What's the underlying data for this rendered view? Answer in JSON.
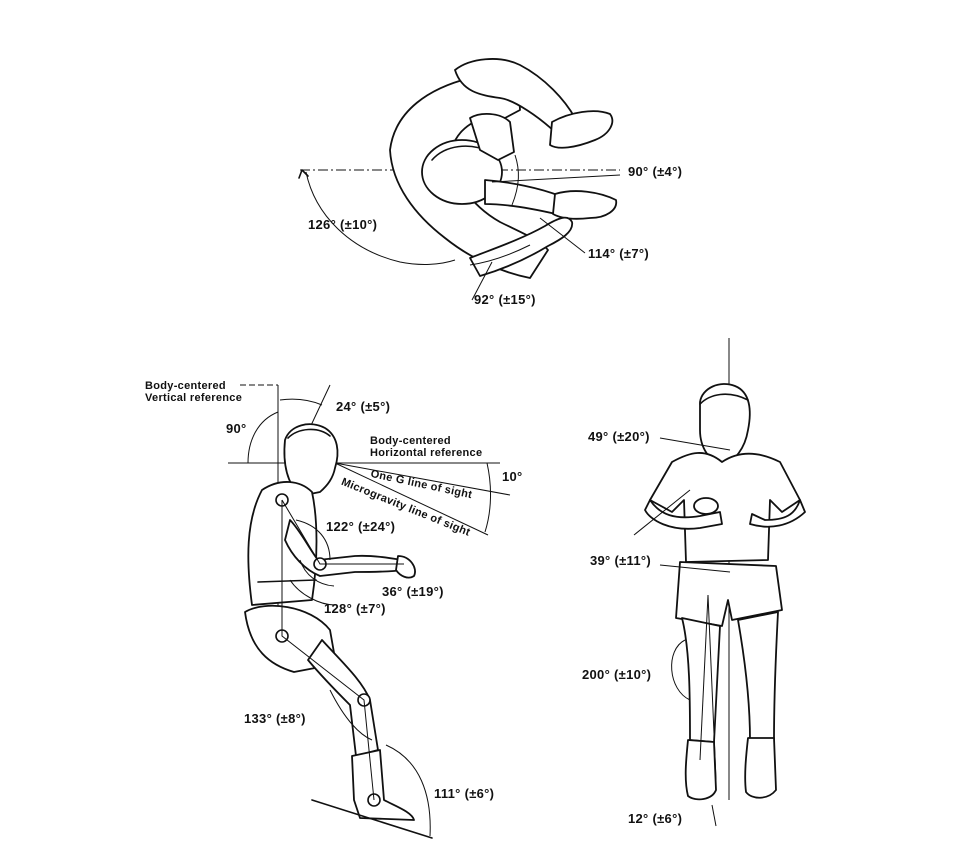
{
  "top_view": {
    "labels": {
      "a90": "90° (±4°)",
      "a126": "126° (±10°)",
      "a114": "114° (±7°)",
      "a92": "92° (±15°)"
    }
  },
  "side_view": {
    "labels": {
      "vertical_ref": "Body-centered Vertical reference",
      "horizontal_ref": "Body-centered Horizontal reference",
      "a90": "90°",
      "a24": "24° (±5°)",
      "a10": "10°",
      "one_g": "One G line of sight",
      "micro_g": "Microgravity line of sight",
      "a122": "122° (±24°)",
      "a36": "36° (±19°)",
      "a128": "128° (±7°)",
      "a133": "133° (±8°)",
      "a111": "111° (±6°)"
    }
  },
  "front_view": {
    "labels": {
      "a49": "49° (±20°)",
      "a39": "39° (±11°)",
      "a200": "200° (±10°)",
      "a12": "12° (±6°)"
    }
  }
}
